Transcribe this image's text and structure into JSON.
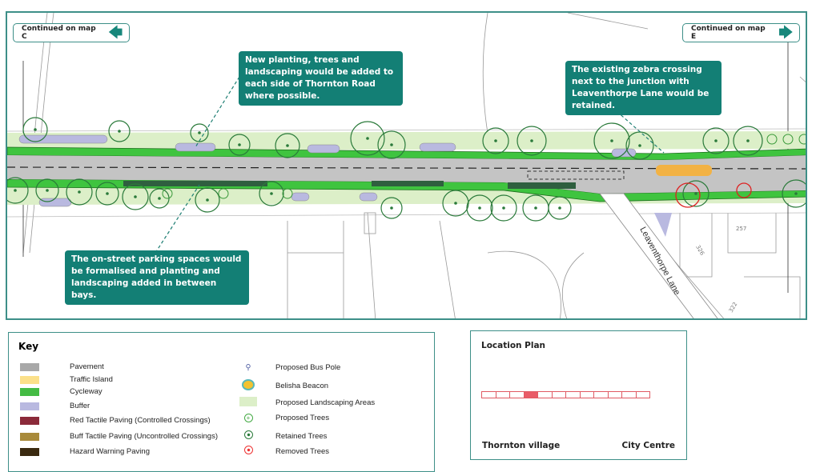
{
  "map": {
    "continued_left": "Continued on map C",
    "continued_right": "Continued on map E",
    "callouts": [
      "New planting, trees and landscaping would be added to each side of Thornton Road where possible.",
      "The existing zebra crossing next to the junction with Leaventhorpe Lane would be retained.",
      "The on-street parking spaces would be formalised and planting and landscaping added in between bays."
    ],
    "street_label": "Leaventhorpe Lane",
    "house_numbers": [
      "257",
      "326",
      "322"
    ]
  },
  "key": {
    "title": "Key",
    "left": [
      {
        "label": "Pavement",
        "color": "#a8a8a8"
      },
      {
        "label": "Traffic Island",
        "color": "#fbe08a"
      },
      {
        "label": "Cycleway",
        "color": "#44bb44"
      },
      {
        "label": "Buffer",
        "color": "#b9b9e0"
      },
      {
        "label": "Red Tactile Paving (Controlled Crossings)",
        "color": "#8b2a3a"
      },
      {
        "label": "Buff Tactile Paving (Uncontrolled Crossings)",
        "color": "#a88a3a"
      },
      {
        "label": "Hazard Warning Paving",
        "color": "#3a2a10"
      }
    ],
    "right": [
      {
        "label": "Proposed Bus Pole",
        "icon": "bus-pole-icon"
      },
      {
        "label": "Belisha Beacon",
        "icon": "belisha-beacon-icon"
      },
      {
        "label": "Proposed Landscaping Areas",
        "icon": "landscaping-icon"
      },
      {
        "label": "Proposed Trees",
        "icon": "proposed-tree-icon"
      },
      {
        "label": "Retained Trees",
        "icon": "retained-tree-icon"
      },
      {
        "label": "Removed Trees",
        "icon": "removed-tree-icon"
      }
    ]
  },
  "location_plan": {
    "title": "Location Plan",
    "start_label": "Thornton village",
    "end_label": "City Centre",
    "segments": 12,
    "highlighted_segment": 4
  }
}
